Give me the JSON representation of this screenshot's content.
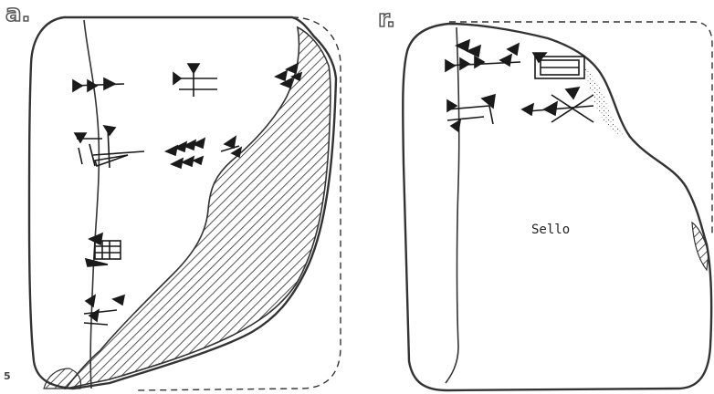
{
  "obverse": {
    "face_label": "a.",
    "line_number": "5"
  },
  "reverse": {
    "face_label": "r.",
    "seal_label": "Sello"
  },
  "colors": {
    "outline": "#333333",
    "hatch": "#2a2a2a",
    "sign": "#1a1a1a"
  }
}
